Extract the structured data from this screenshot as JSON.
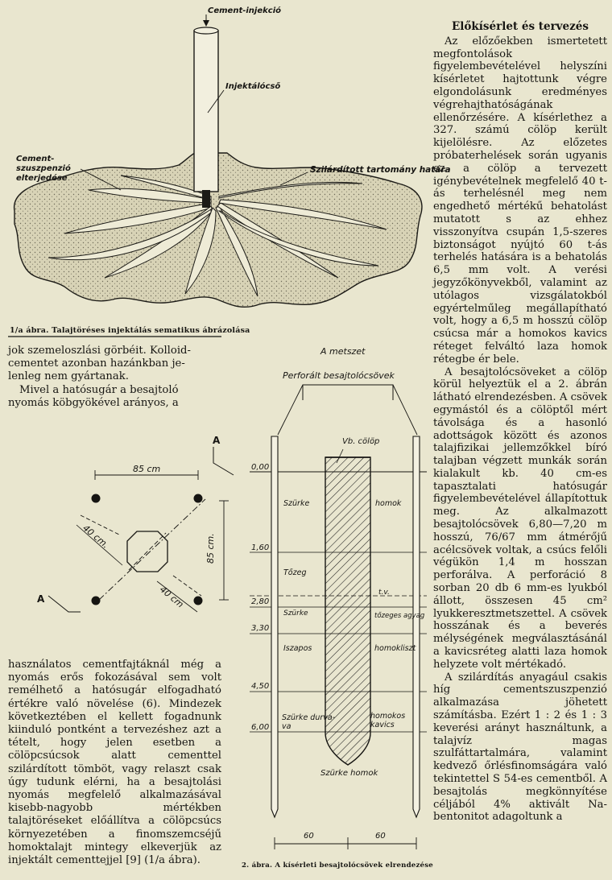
{
  "figure1": {
    "label_injection": "Cement-injekció",
    "label_tube": "Injektálócső",
    "label_spread": "Cement-szuszpenzió\nelterjedése",
    "label_boundary": "Szilárdított tartomány határa",
    "caption": "1/a ábra. Talajtöréses injektálás sematikus ábrázolása"
  },
  "left_text_top": [
    "jok szemeloszlási görbéit. Kolloid-",
    "cementet azonban hazánkban je-",
    "lenleg nem gyártanak.",
    "Mivel a hatósugár a besajtoló",
    "nyomás köbgyökével arányos, a"
  ],
  "plan": {
    "dim_85_h": "85 cm",
    "dim_85_v": "85 cm.",
    "dim_40_a": "40 cm.",
    "dim_40_b": "40 cm",
    "marker_a1": "A",
    "marker_a2": "A"
  },
  "left_text_bottom": "használatos cementfajtáknál még a nyomás erős fokozásával sem volt remélhető a hatósugár elfogadható értékre való növelése (6). Mindezek következtében el kellett fogadnunk kiinduló pontként a tervezéshez azt a tételt, hogy jelen esetben a cölöpcsúcsok alatt cementtel szilárdított tömböt, vagy relaszt csak úgy tudunk elérni, ha a besajtolási nyomás megfelelő alkalmazásával kisebb-nagyobb mértékben talajtöréseket előállítva a cölöpcsúcs környezetében a finomszemcséjű homoktalajt mintegy elkeverjük az injektált cementtejjel [9] (1/a ábra).",
  "figure2": {
    "title": "A metszet",
    "subtitle": "Perforált besajtolócsövek",
    "pile_label": "Vb. cölöp",
    "depths": [
      "0,00",
      "1,60",
      "2,80",
      "3,30",
      "4,50",
      "6,00"
    ],
    "water_label": "t.v.",
    "layers_left": [
      "Szürke",
      "Tőzeg",
      "Szürke",
      "Iszapos",
      "Szürke durva-\nva"
    ],
    "layers_right": [
      "homok",
      "tőzeges agyag",
      "homokliszt",
      "homokos\nkavics"
    ],
    "bottom_label": "Szürke homok",
    "dim_left": "60",
    "dim_right": "60",
    "caption": "2. ábra. A kísérleti besajtolócsövek elrendezése"
  },
  "right_column": {
    "heading": "Előkísérlet és tervezés",
    "paragraphs": [
      "Az előzőekben ismertetett megfontolások figyelembevételével helyszíni kísérletet hajtottunk végre elgondolásunk eredményes végrehajthatóságának ellenőrzésére. A kísérlethez a 327. számú cölöp került kijelölésre. Az előzetes próbaterhelések során ugyanis ez a cölöp a tervezett igénybevételnek megfelelő 40 t-ás terhelésnél meg nem engedhető mértékű behatolást mutatott s az ehhez visszonyítva csupán 1,5-szeres biztonságot nyújtó 60 t-ás terhelés hatására is a behatolás 6,5 mm volt. A verési jegyzőkönyvekből, valamint az utólagos vizsgálatokból egyértelműleg megállapítható volt, hogy a 6,5 m hosszú cölöp csúcsa már a homokos kavics réteget felváltó laza homok rétegbe ér bele.",
      "A besajtolócsöveket a cölöp körül helyeztük el a 2. ábrán látható elrendezésben. A csövek egymástól és a cölöptől mért távolsága és a hasonló adottságok között és azonos talajfizikai jellemzőkkel bíró talajban végzett munkák során kialakult kb. 40 cm-es tapasztalati hatósugár figyelembevételével állapítottuk meg. Az alkalmazott besajtolócsövek 6,80—7,20 m hosszú, 76/67 mm átmérőjű acélcsövek voltak, a csúcs felőli végükön 1,4 m hosszan perforálva. A perforáció 8 sorban 20 db 6 mm-es lyukból állott, összesen 45 cm² lyukkeresztmetszettel. A csövek hosszának és a beverés mélységének megválasztásánál a kavicsréteg alatti laza homok helyzete volt mértékadó.",
      "A szilárdítás anyagául csakis híg cementszuszpenzió alkalmazása jöhetett számításba. Ezért 1 : 2 és 1 : 3 keverési arányt használtunk, a talajvíz magas szulfáttartalmára, valamint kedvező őrlésfinomságára való tekintettel S 54-es cementből. A besajtolás megkönnyítése céljából 4% aktivált Na-bentonitot adagoltunk a"
    ]
  }
}
